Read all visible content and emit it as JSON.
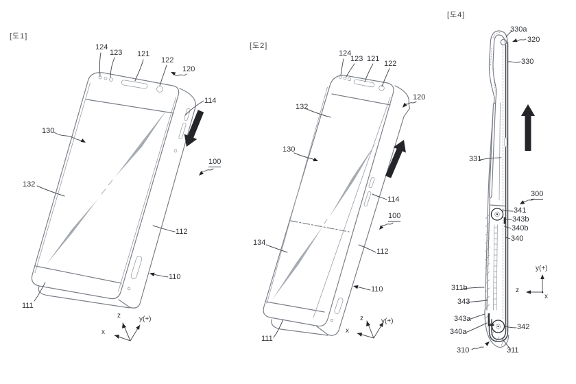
{
  "style": {
    "background": "#ffffff",
    "line_color": "#7a7f87",
    "leader_color": "#4a4e55",
    "label_color": "#2f3237",
    "arrow_color": "#232529",
    "reflection_color": "#a6abb2"
  },
  "fig1": {
    "tag": "[도1]",
    "refs": {
      "r124": "124",
      "r123": "123",
      "r121": "121",
      "r122": "122",
      "r120": "120",
      "r114": "114",
      "r130": "130",
      "r132": "132",
      "r100": "100",
      "r112": "112",
      "r110": "110",
      "r111": "111"
    },
    "axes": {
      "z": "z",
      "y": "y(+)",
      "x": "x"
    }
  },
  "fig2": {
    "tag": "[도2]",
    "refs": {
      "r124": "124",
      "r123": "123",
      "r121": "121",
      "r122": "122",
      "r132": "132",
      "r130": "130",
      "r120": "120",
      "r114": "114",
      "r100": "100",
      "r134": "134",
      "r112": "112",
      "r110": "110",
      "r111": "111"
    },
    "axes": {
      "z": "z",
      "y": "y(+)",
      "x": "x"
    }
  },
  "fig4": {
    "tag": "[도4]",
    "refs": {
      "r330a": "330a",
      "r320": "320",
      "r330": "330",
      "r331": "331",
      "r300": "300",
      "r341": "341",
      "r343b": "343b",
      "r340b": "340b",
      "r340": "340",
      "r311b": "311b",
      "r343": "343",
      "r343a": "343a",
      "r340a": "340a",
      "r342": "342",
      "r310": "310",
      "r311": "311"
    },
    "axes": {
      "y": "y(+)",
      "z": "z",
      "x": "x"
    }
  }
}
